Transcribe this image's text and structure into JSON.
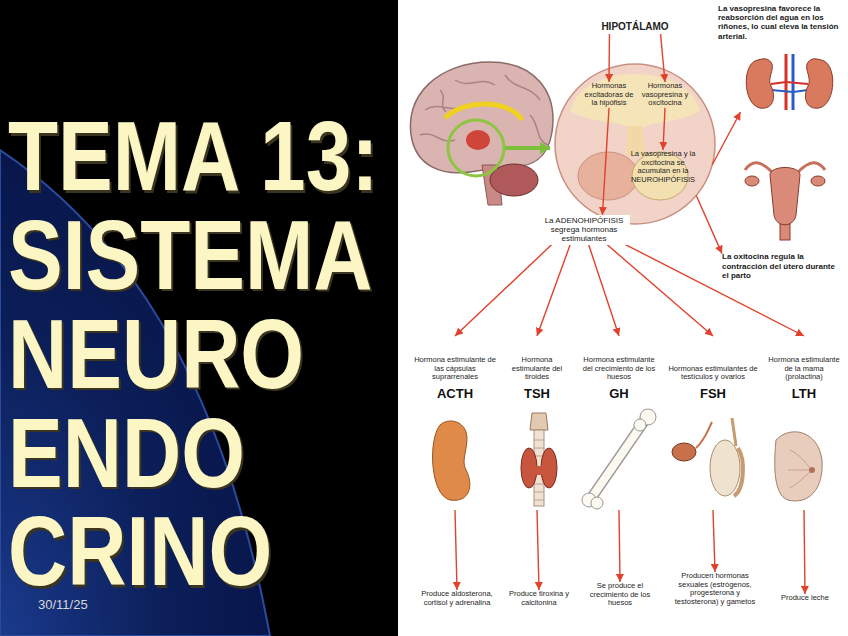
{
  "diagram": {
    "title": "TEMA 13: SISTEMA NEURO ENDO CRINO",
    "nodes": [
      {
        "text": [
          "HIPOTÁLAMO"
        ]
      },
      {
        "text": [
          "Hormonas excitadoras de la hipófisis"
        ],
        "in": 0
      },
      {
        "text": [
          "Hormonas vasopresina y oxcitocina"
        ],
        "in": 0
      },
      {
        "text": [
          "La vasopresina y la oxcitocina se acumulan en la NEUROHIPÓFISIS"
        ],
        "in": 0
      },
      {
        "text": [
          "La ADENOHIPÓFISIS segrega hormonas estimulantes"
        ]
      },
      {
        "text": [
          "La vasopresina favorece la reabsorción del agua en los riñones, lo cual eleva la tensión arterial."
        ]
      },
      {
        "text": [
          "La oxitocina regula la contracción del útero durante el parto"
        ]
      },
      {
        "text": [
          "Hormona estimulante de las cápsulas suprarrenales",
          "ACTH"
        ]
      },
      {
        "text": [
          "Hormona estimulante del tiroides",
          "TSH"
        ]
      },
      {
        "text": [
          "Hormona estimulante del crecimiento de los huesos",
          "GH"
        ]
      },
      {
        "text": [
          "Hormonas estimulantes de testículos y ovarios",
          "FSH"
        ]
      },
      {
        "text": [
          "Hormona estimulante de la mama (prolactina)",
          "LTH"
        ]
      },
      {
        "text": [
          "Produce aldosterona, cortisol y adrenalina"
        ]
      },
      {
        "text": [
          "Produce tiroxina y calcitonina"
        ]
      },
      {
        "text": [
          "Se produce el crecimiento de los huesos"
        ]
      },
      {
        "text": [
          "Producen hormonas sexuales (estrógenos, progesterona y testosterona) y gametos"
        ]
      },
      {
        "text": [
          "Produce leche"
        ]
      }
    ],
    "edges": [
      {
        "from": 0,
        "to": 1,
        "arrow": "to"
      },
      {
        "from": 0,
        "to": 2,
        "arrow": "to"
      },
      {
        "from": 1,
        "to": 4,
        "arrow": "to"
      },
      {
        "from": 2,
        "to": 3,
        "arrow": "to"
      },
      {
        "from": 0,
        "to": 5,
        "arrow": "to"
      },
      {
        "from": 0,
        "to": 6,
        "arrow": "to"
      },
      {
        "from": 4,
        "to": 7,
        "arrow": "to"
      },
      {
        "from": 4,
        "to": 8,
        "arrow": "to"
      },
      {
        "from": 4,
        "to": 9,
        "arrow": "to"
      },
      {
        "from": 4,
        "to": 10,
        "arrow": "to"
      },
      {
        "from": 4,
        "to": 11,
        "arrow": "to"
      },
      {
        "from": 7,
        "to": 12,
        "arrow": "to"
      },
      {
        "from": 8,
        "to": 13,
        "arrow": "to"
      },
      {
        "from": 9,
        "to": 14,
        "arrow": "to"
      },
      {
        "from": 10,
        "to": 15,
        "arrow": "to"
      },
      {
        "from": 11,
        "to": 16,
        "arrow": "to"
      }
    ],
    "labels": [
      "30/11/25"
    ]
  }
}
